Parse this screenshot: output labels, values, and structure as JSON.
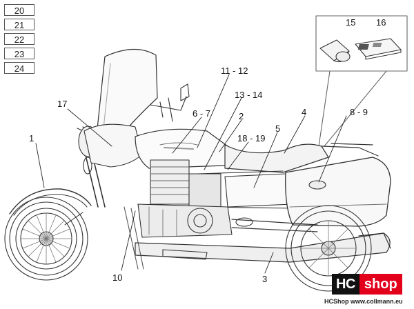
{
  "reference_boxes": [
    "20",
    "21",
    "22",
    "23",
    "24"
  ],
  "callouts": {
    "c1": "1",
    "c2": "2",
    "c3": "3",
    "c4": "4",
    "c5": "5",
    "c67": "6 - 7",
    "c89": "8 - 9",
    "c10": "10",
    "c1112": "11 - 12",
    "c1314": "13 - 14",
    "c15": "15",
    "c16": "16",
    "c17": "17",
    "c1819": "18 - 19"
  },
  "logo": {
    "hc": "HC",
    "shop": "shop"
  },
  "footer": "HCShop www.collmann.eu"
}
